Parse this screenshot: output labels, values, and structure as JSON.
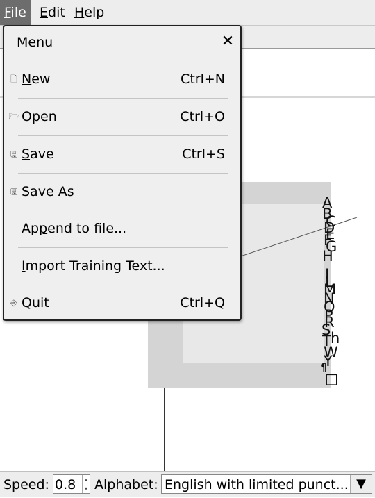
{
  "menubar": {
    "file": {
      "mnemonic": "F",
      "rest": "ile"
    },
    "edit": {
      "mnemonic": "E",
      "rest": "dit"
    },
    "help": {
      "mnemonic": "H",
      "rest": "elp"
    }
  },
  "file_menu": {
    "title": "Menu",
    "close_glyph": "✕",
    "items": [
      {
        "icon": "🗋",
        "pre": "",
        "mnemonic": "N",
        "post": "ew",
        "accel": "Ctrl+N"
      },
      {
        "icon": "🗁",
        "pre": "",
        "mnemonic": "O",
        "post": "pen",
        "accel": "Ctrl+O"
      },
      {
        "icon": "🖫",
        "pre": "",
        "mnemonic": "S",
        "post": "ave",
        "accel": "Ctrl+S"
      },
      {
        "icon": "🖫",
        "pre": "Save ",
        "mnemonic": "A",
        "post": "s",
        "accel": ""
      },
      {
        "icon": "",
        "pre": "Ap",
        "mnemonic": "p",
        "post": "end to file...",
        "accel": ""
      },
      {
        "icon": "",
        "pre": "",
        "mnemonic": "I",
        "post": "mport Training Text...",
        "accel": ""
      },
      {
        "icon": "⎆",
        "pre": "",
        "mnemonic": "Q",
        "post": "uit",
        "accel": "Ctrl+Q"
      }
    ]
  },
  "canvas": {
    "letters": [
      "A",
      "B",
      "C",
      "D",
      "E",
      "F",
      "G",
      "H",
      "I",
      "L",
      "M",
      "N",
      "O",
      "P",
      "R",
      "S",
      "h",
      "T",
      "W",
      "Y",
      "¶",
      "□"
    ]
  },
  "statusbar": {
    "speed_label": "Speed:",
    "speed_value": "0.8",
    "alphabet_label": "Alphabet:",
    "alphabet_value": "English with limited punct..."
  }
}
